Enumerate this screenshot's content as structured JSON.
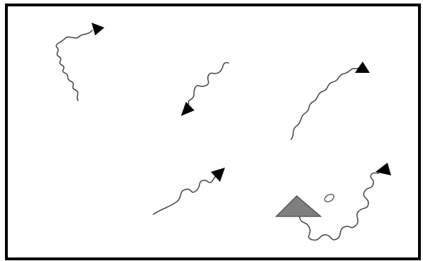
{
  "diagram": {
    "line_color": "#4d4d4d",
    "arrowhead_color": "#000000",
    "obstacle_fill": "#7f7f7f",
    "frame_color": "#000000",
    "paths": [
      {
        "id": "path-1",
        "icon": "wavy-arrow-up-right"
      },
      {
        "id": "path-2",
        "icon": "wavy-arrow-down-left"
      },
      {
        "id": "path-3",
        "icon": "wavy-arrow-up-right"
      },
      {
        "id": "path-4",
        "icon": "wavy-arrow-up-right"
      },
      {
        "id": "path-5",
        "icon": "wavy-arrow-up-right"
      }
    ],
    "obstacle": {
      "shape": "triangle"
    },
    "pebble": {
      "shape": "ellipse"
    }
  }
}
